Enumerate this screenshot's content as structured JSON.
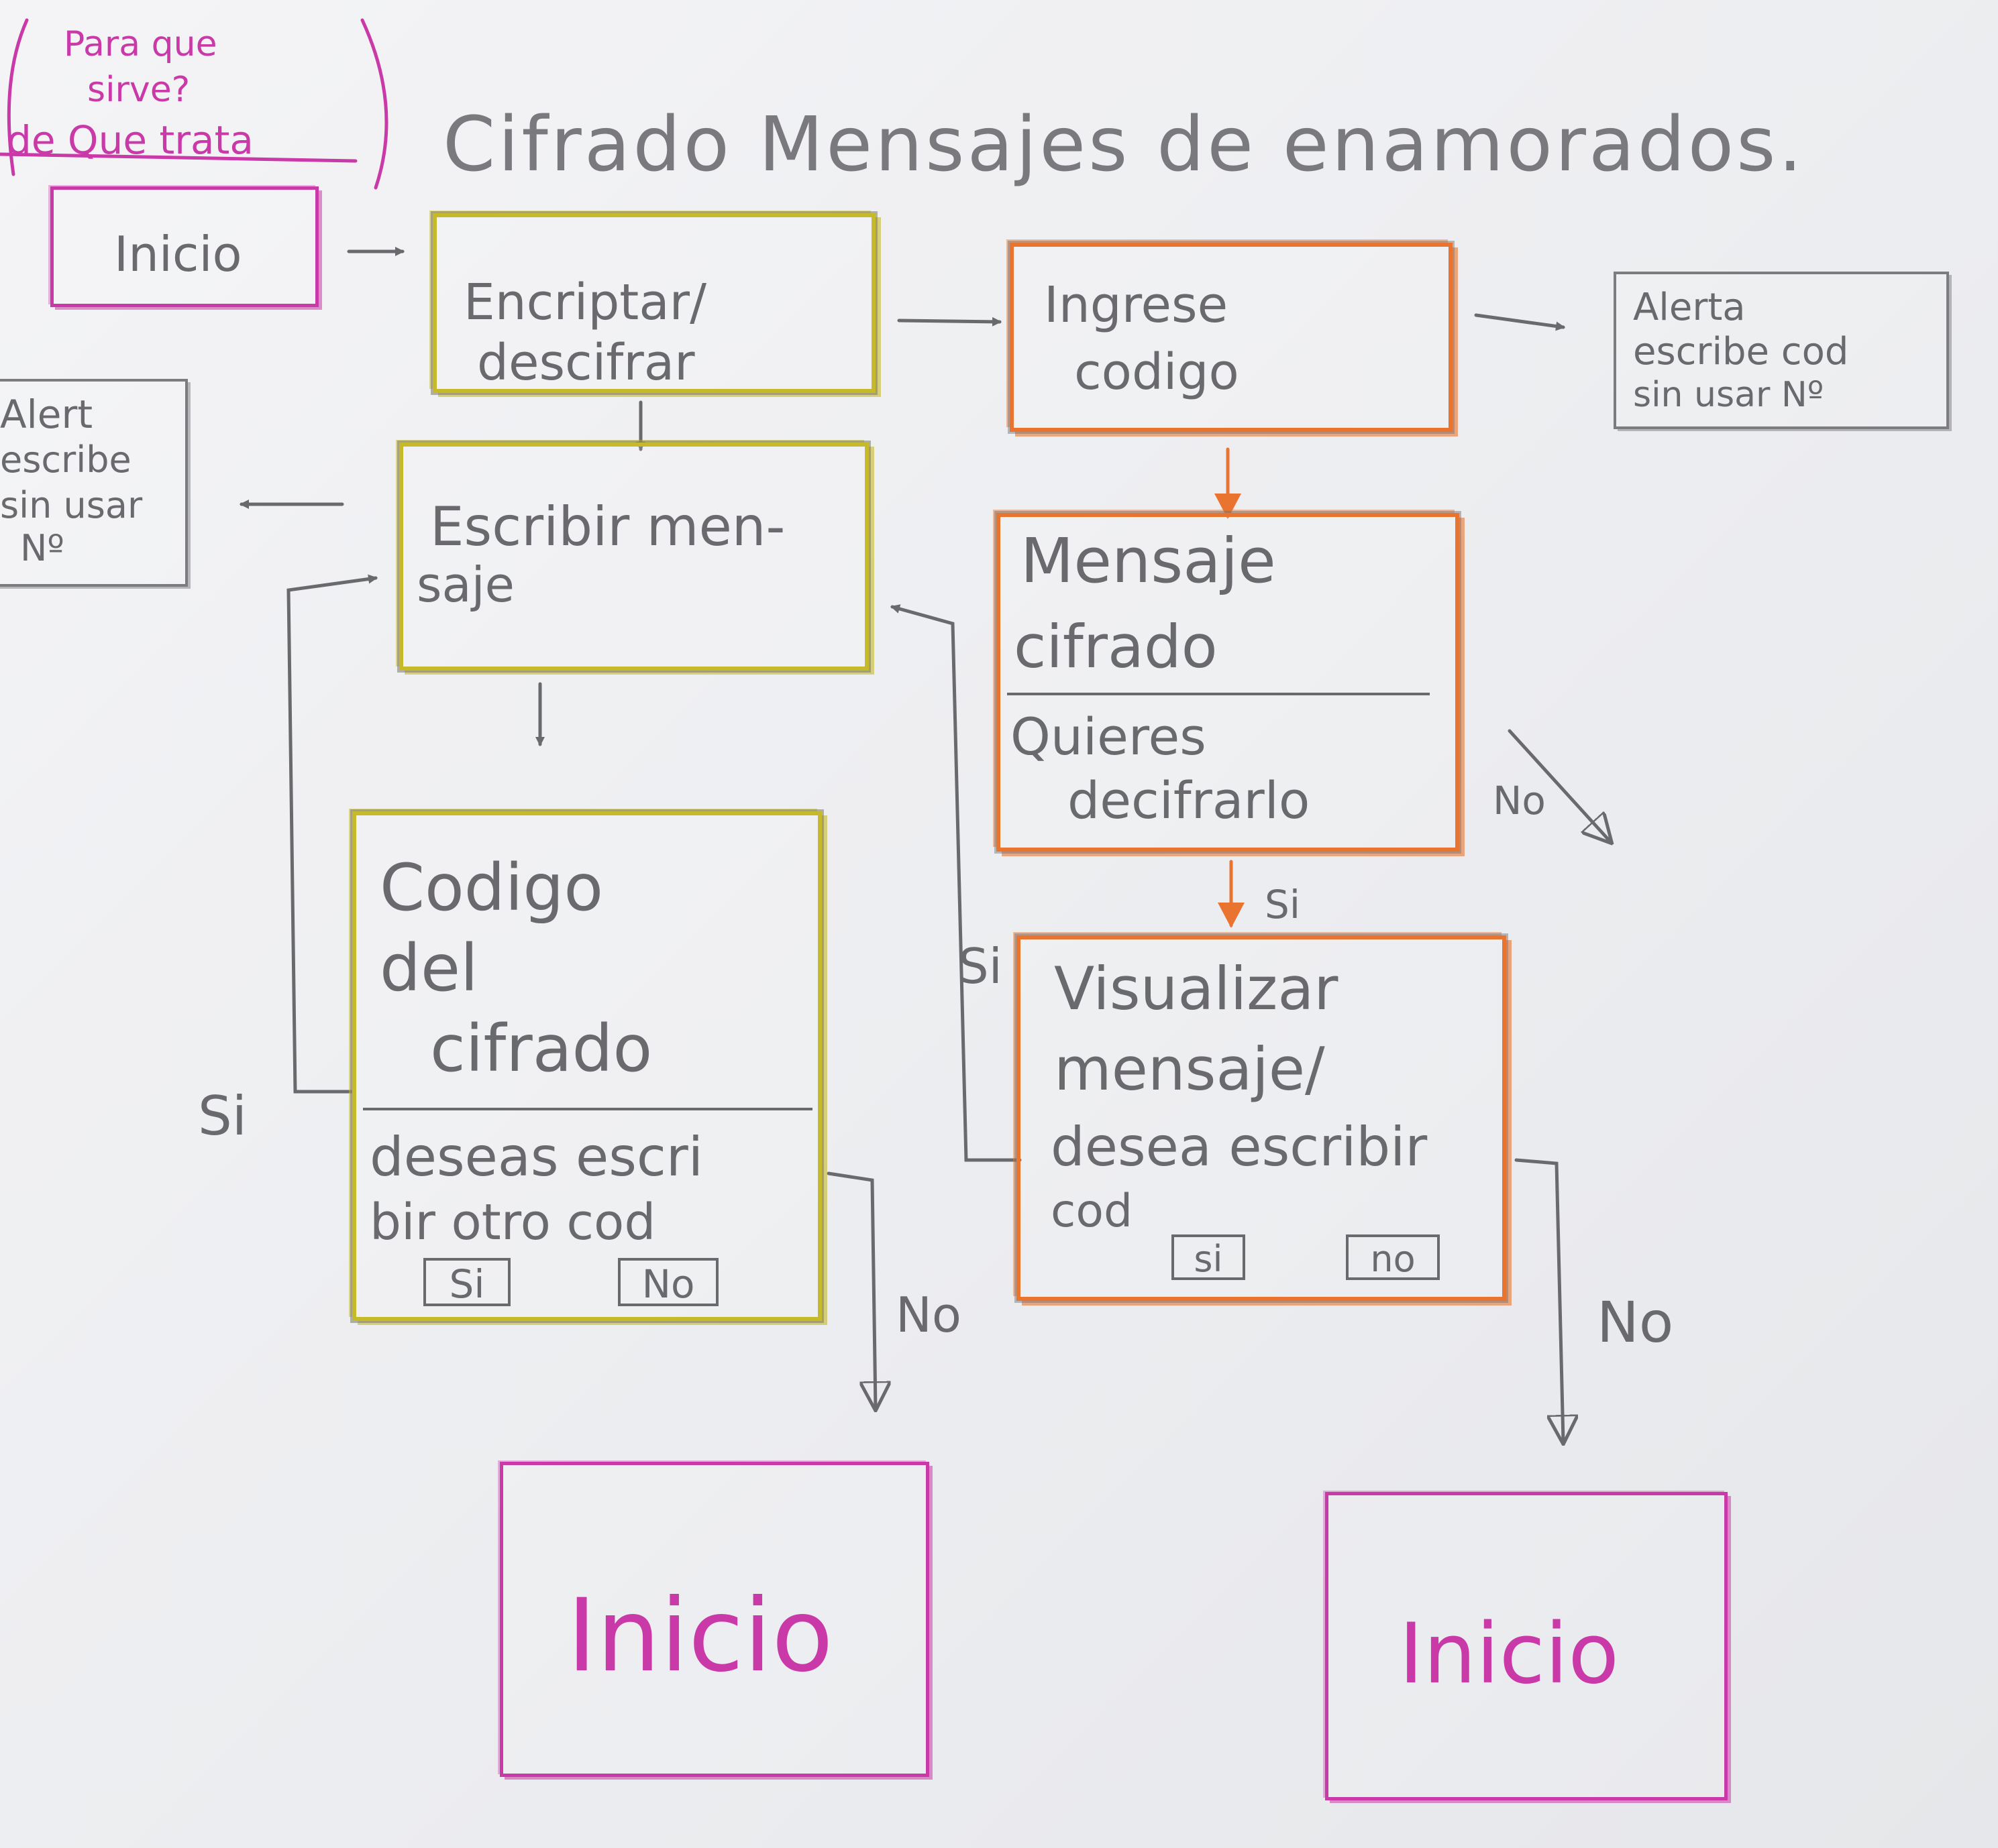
{
  "title": "Cifrado Mensajes de enamorados.",
  "note": {
    "line1": "Para que",
    "line2": "sirve?",
    "line3": "de Que trata"
  },
  "nodes": {
    "inicio_top": "Inicio",
    "encriptar_line1": "Encriptar/",
    "encriptar_line2": "descifrar",
    "ingrese_line1": "Ingrese",
    "ingrese_line2": "codigo",
    "alerta_line1": "Alerta",
    "alerta_line2": "escribe cod",
    "alerta_line3": "sin usar Nº",
    "alert_left_line1": "Alert",
    "alert_left_line2": "escribe",
    "alert_left_line3": "sin usar",
    "alert_left_line4": "Nº",
    "escribir_line1": "Escribir men-",
    "escribir_line2": "saje",
    "mensaje_line1": "Mensaje",
    "mensaje_line2": "cifrado",
    "mensaje_line3": "Quieres",
    "mensaje_line4": "decifrarlo",
    "codigo_line1": "Codigo",
    "codigo_line2": "del",
    "codigo_line3": "cifrado",
    "codigo_line4": "deseas escri",
    "codigo_line5": "bir otro cod",
    "codigo_si": "Si",
    "codigo_no": "No",
    "visualizar_line1": "Visualizar",
    "visualizar_line2": "mensaje/",
    "visualizar_line3": "desea escribir",
    "visualizar_line4": "cod",
    "visualizar_si": "si",
    "visualizar_no": "no",
    "inicio_bottom_left": "Inicio",
    "inicio_bottom_right": "Inicio"
  },
  "edge_labels": {
    "no_mensaje": "No",
    "si_mensaje": "Si",
    "si_visualizar": "Si",
    "si_codigo": "Si",
    "no_codigo": "No",
    "no_visualizar": "No"
  },
  "colors": {
    "pink": "#c93aa8",
    "yellow": "#c6b92a",
    "orange": "#e8742f",
    "pencil": "#6a6a6e"
  }
}
